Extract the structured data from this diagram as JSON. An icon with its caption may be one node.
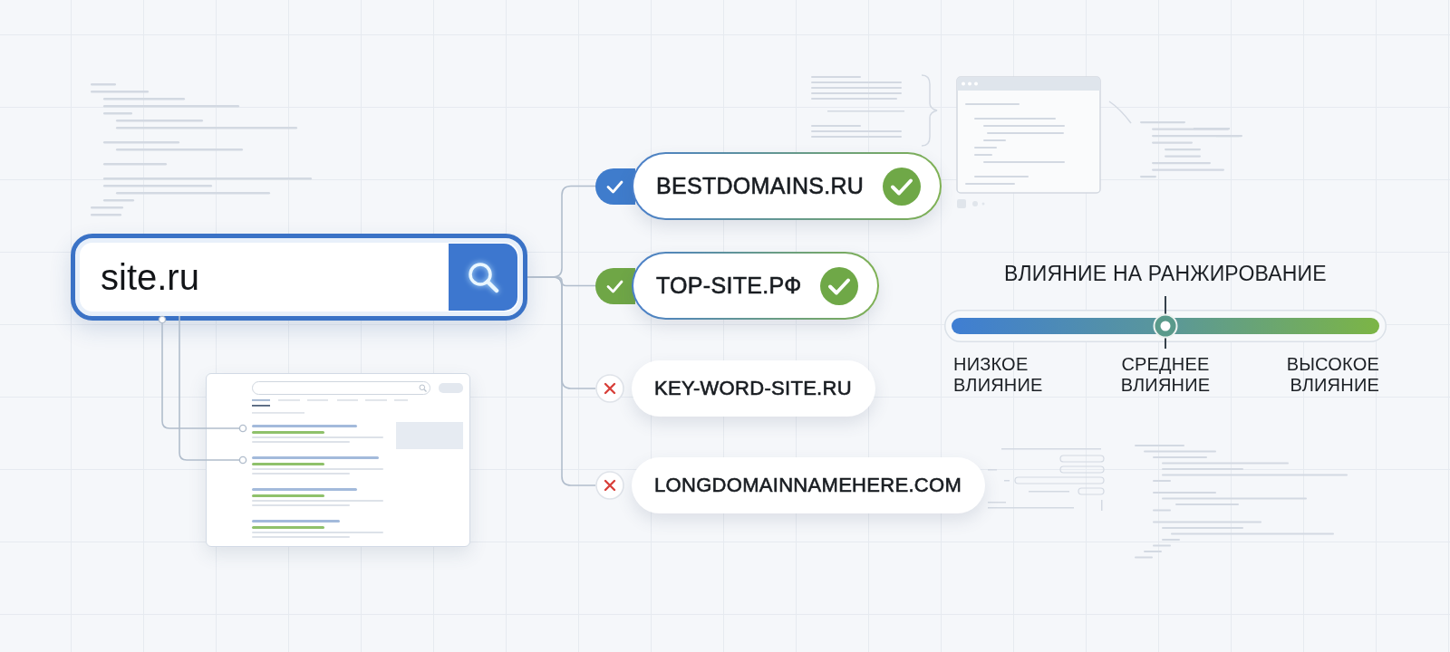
{
  "diagram": {
    "nodes": [
      {
        "text": [
          "site.ru"
        ]
      },
      {
        "text": [
          "BESTDOMAINS.RU"
        ]
      },
      {
        "text": [
          "TOP-SITE.РФ"
        ]
      },
      {
        "text": [
          "KEY-WORD-SITE.RU"
        ]
      },
      {
        "text": [
          "LONGDOMAINNAMEHERE.COM"
        ]
      },
      {
        "text": [],
        "shape": "picture"
      },
      {
        "text": [],
        "shape": "bar",
        "in": 5
      },
      {
        "text": [],
        "shape": "bar",
        "in": 5
      }
    ],
    "edges": [
      {
        "from": 0,
        "to": 1,
        "arrow": "none"
      },
      {
        "from": 0,
        "to": 2,
        "arrow": "none"
      },
      {
        "from": 0,
        "to": 3,
        "arrow": "none"
      },
      {
        "from": 0,
        "to": 4,
        "arrow": "none"
      },
      {
        "from": 0,
        "to": 6,
        "arrow": "other"
      },
      {
        "from": 0,
        "to": 7,
        "arrow": "other"
      }
    ],
    "labels": [
      "ВЛИЯНИЕ НА РАНЖИРОВАНИЕ",
      "НИЗКОЕ ВЛИЯНИЕ",
      "СРЕДНЕЕ ВЛИЯНИЕ",
      "ВЫСОКОЕ ВЛИЯНИЕ"
    ]
  }
}
